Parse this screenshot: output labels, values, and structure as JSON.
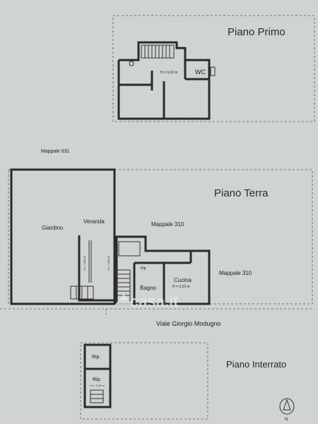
{
  "floors": {
    "primo": {
      "title": "Piano Primo",
      "room_wc": "WC",
      "height_note": "H = 3,10 m"
    },
    "terra": {
      "title": "Piano Terra",
      "giardino": "Giardino",
      "veranda": "Veranda",
      "bagno": "Bagno",
      "cucina": "Cucina",
      "cucina_height": "H = 3,10 m",
      "rip_small": "Rip",
      "veranda_height": "H = 2,50 m",
      "veranda_height2": "H = 2,50 m"
    },
    "interrato": {
      "title": "Piano Interrato",
      "rip1": "Rip.",
      "rip2": "Rip.",
      "rip_height": "H = 2,10 m"
    }
  },
  "parcels": {
    "mappale_631": "Mappale 631",
    "mappale_310_top": "Mappale 310",
    "mappale_310_right": "Mappale 310"
  },
  "street": "Viale Giorgio Modugno",
  "watermark": "casa.it",
  "north_label": "N",
  "colors": {
    "paper": "#cfd3d2",
    "ink": "#2b2b2b",
    "watermark": "#e9ecec"
  }
}
